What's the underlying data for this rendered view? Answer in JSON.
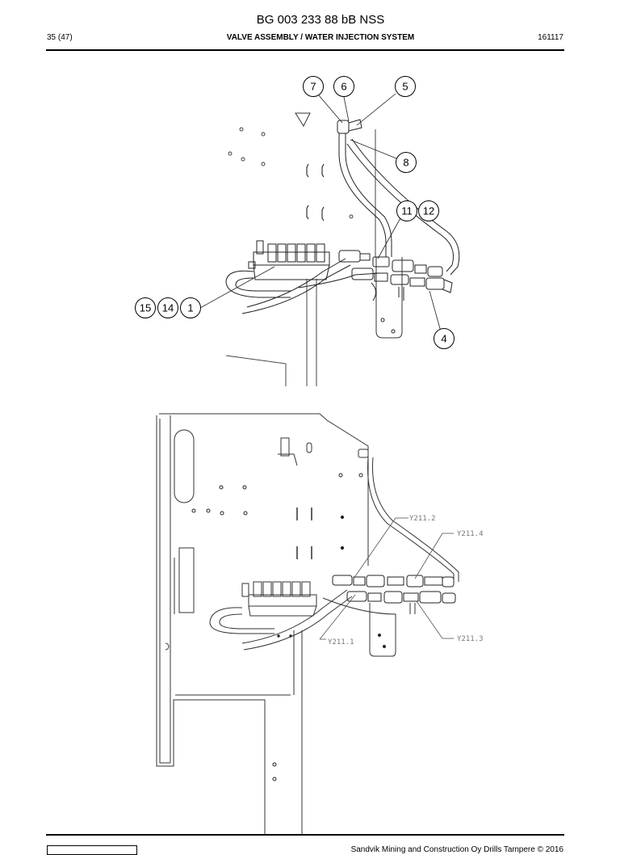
{
  "document": {
    "title": "BG 003 233 88 bB NSS",
    "page": "35 (47)",
    "section": "VALVE ASSEMBLY / WATER INJECTION SYSTEM",
    "date": "161117",
    "copyright": "Sandvik Mining and Construction Oy Drills Tampere © 2016"
  },
  "callouts": [
    "7",
    "6",
    "5",
    "8",
    "11",
    "12",
    "15",
    "14",
    "1",
    "4"
  ],
  "signals": [
    "Y211.2",
    "Y211.4",
    "Y211.1",
    "Y211.3"
  ]
}
